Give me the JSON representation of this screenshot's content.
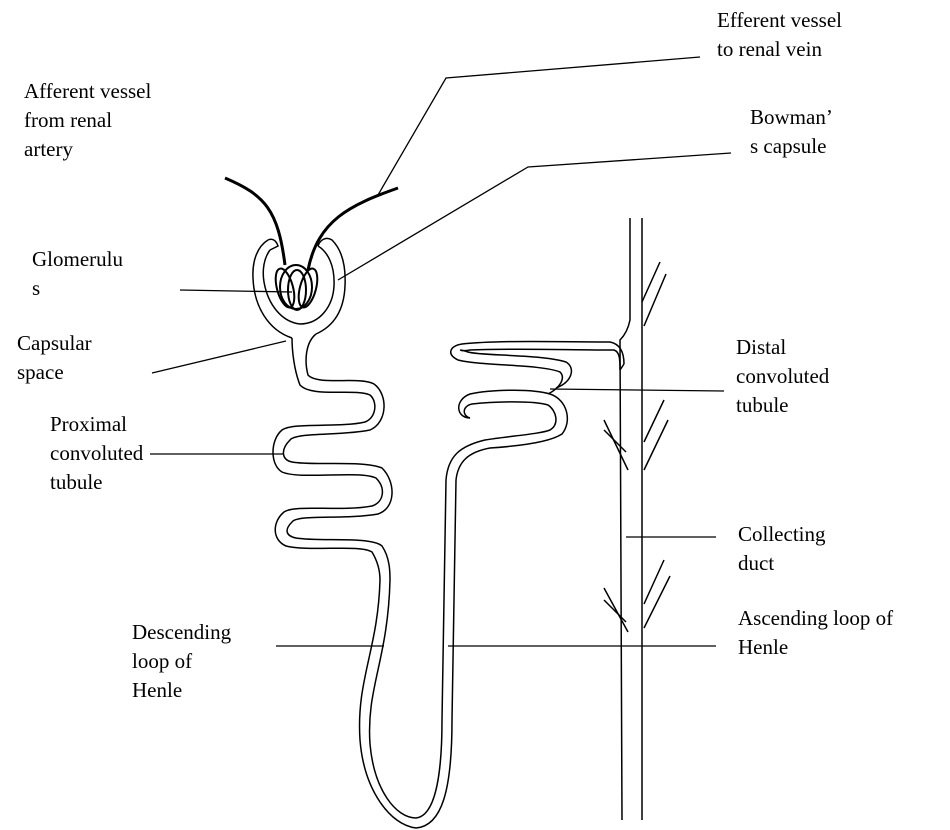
{
  "labels": {
    "efferent": [
      "Efferent vessel",
      "to renal vein"
    ],
    "afferent": [
      "Afferent vessel",
      "from renal",
      "artery"
    ],
    "bowman": [
      "Bowman’",
      "s capsule"
    ],
    "glomerulus": [
      "Glomerulu",
      "s"
    ],
    "capsular": [
      "Capsular",
      "space"
    ],
    "distal": [
      "Distal",
      "convoluted",
      "tubule"
    ],
    "proximal": [
      "Proximal",
      "convoluted",
      "tubule"
    ],
    "collecting": [
      "Collecting",
      "duct"
    ],
    "descending": [
      "Descending",
      "loop of",
      "Henle"
    ],
    "ascending": [
      "Ascending loop of",
      "Henle"
    ]
  },
  "colors": {
    "stroke": "#000000",
    "background": "#ffffff"
  }
}
